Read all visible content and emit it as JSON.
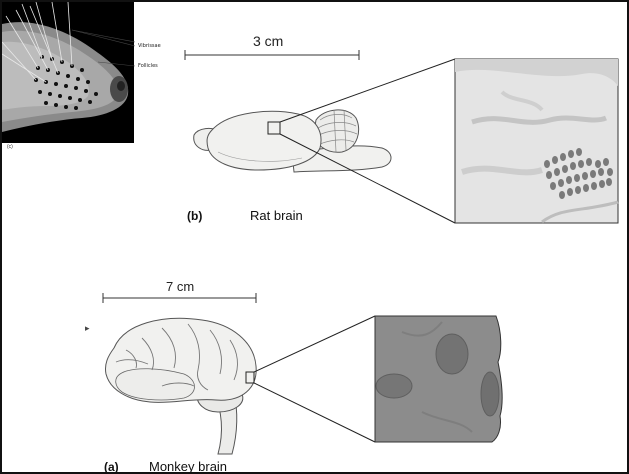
{
  "figure": {
    "rat_photo": {
      "label_vibrissae": "Vibrissae",
      "label_follicles": "Follicles",
      "panel_letter": "(c)"
    },
    "rat_panel": {
      "scale_label": "3 cm",
      "panel_letter": "(b)",
      "caption": "Rat brain"
    },
    "monkey_panel": {
      "scale_label": "7 cm",
      "panel_letter": "(a)",
      "caption": "Monkey brain"
    }
  },
  "colors": {
    "frame": "#111111",
    "brain_fill": "#f1f1ef",
    "brain_stroke": "#555555",
    "rat_inset_bg": "#e4e4e4",
    "monkey_inset_bg": "#8c8c8c",
    "photo_bg": "#000000"
  }
}
